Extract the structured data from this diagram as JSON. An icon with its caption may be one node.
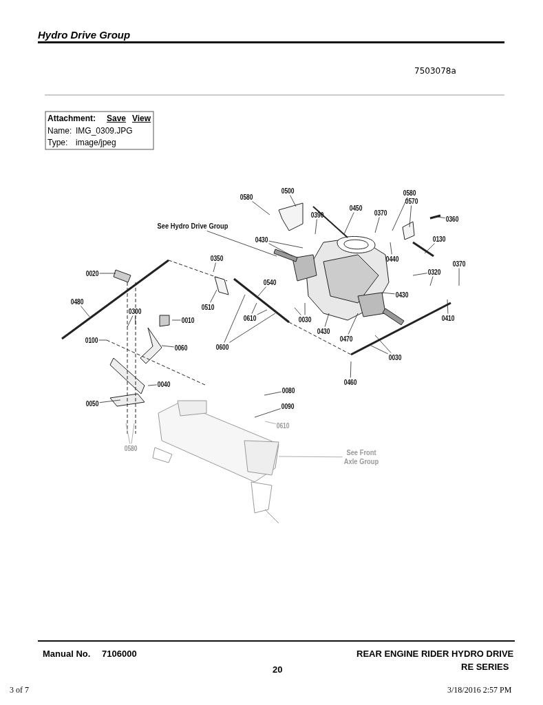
{
  "diagram": {
    "title": "Hydro Drive Group",
    "nodes": [
      {
        "text": [
          "0580"
        ]
      },
      {
        "text": [
          "0500"
        ]
      },
      {
        "text": [
          "0390"
        ]
      },
      {
        "text": [
          "0450"
        ]
      },
      {
        "text": [
          "0370"
        ]
      },
      {
        "text": [
          "0580"
        ]
      },
      {
        "text": [
          "0570"
        ]
      },
      {
        "text": [
          "0360"
        ]
      },
      {
        "text": [
          "See Hydro Drive Group"
        ]
      },
      {
        "text": [
          "0430"
        ]
      },
      {
        "text": [
          "0130"
        ]
      },
      {
        "text": [
          "0440"
        ]
      },
      {
        "text": [
          "0350"
        ]
      },
      {
        "text": [
          "0370"
        ]
      },
      {
        "text": [
          "0320"
        ]
      },
      {
        "text": [
          "0020"
        ]
      },
      {
        "text": [
          "0540"
        ]
      },
      {
        "text": [
          "0430"
        ]
      },
      {
        "text": [
          "0510"
        ]
      },
      {
        "text": [
          "0480"
        ]
      },
      {
        "text": [
          "0300"
        ]
      },
      {
        "text": [
          "0610"
        ]
      },
      {
        "text": [
          "0030"
        ]
      },
      {
        "text": [
          "0010"
        ]
      },
      {
        "text": [
          "0410"
        ]
      },
      {
        "text": [
          "0430"
        ]
      },
      {
        "text": [
          "0470"
        ]
      },
      {
        "text": [
          "0100"
        ]
      },
      {
        "text": [
          "0060"
        ]
      },
      {
        "text": [
          "0600"
        ]
      },
      {
        "text": [
          "0030"
        ]
      },
      {
        "text": [
          "0460"
        ]
      },
      {
        "text": [
          "0040"
        ]
      },
      {
        "text": [
          "0080"
        ]
      },
      {
        "text": [
          "0050"
        ]
      },
      {
        "text": [
          "0090"
        ]
      },
      {
        "text": [
          "0610"
        ]
      },
      {
        "text": [
          "0580"
        ]
      },
      {
        "text": [
          "See Front Axle Group"
        ]
      }
    ],
    "edges": [
      {
        "from": 0,
        "to": null,
        "arrow": "none"
      },
      {
        "from": 1,
        "to": null,
        "arrow": "none"
      },
      {
        "from": 2,
        "to": null,
        "arrow": "none"
      },
      {
        "from": 3,
        "to": null,
        "arrow": "none"
      },
      {
        "from": 4,
        "to": null,
        "arrow": "none"
      },
      {
        "from": 5,
        "to": null,
        "arrow": "none"
      },
      {
        "from": 6,
        "to": null,
        "arrow": "none"
      },
      {
        "from": 7,
        "to": null,
        "arrow": "none"
      },
      {
        "from": 8,
        "to": null,
        "arrow": "none"
      },
      {
        "from": 9,
        "to": null,
        "arrow": "none"
      },
      {
        "from": 9,
        "to": null,
        "arrow": "none"
      },
      {
        "from": 10,
        "to": null,
        "arrow": "none"
      },
      {
        "from": 11,
        "to": null,
        "arrow": "none"
      },
      {
        "from": 12,
        "to": null,
        "arrow": "none"
      },
      {
        "from": 13,
        "to": null,
        "arrow": "none"
      },
      {
        "from": 14,
        "to": null,
        "arrow": "none"
      },
      {
        "from": 14,
        "to": null,
        "arrow": "none"
      },
      {
        "from": 15,
        "to": null,
        "arrow": "none"
      },
      {
        "from": 16,
        "to": null,
        "arrow": "none"
      },
      {
        "from": 17,
        "to": null,
        "arrow": "none"
      },
      {
        "from": 18,
        "to": null,
        "arrow": "none"
      },
      {
        "from": 19,
        "to": null,
        "arrow": "none"
      },
      {
        "from": 20,
        "to": null,
        "arrow": "none"
      },
      {
        "from": 20,
        "to": null,
        "arrow": "none"
      },
      {
        "from": 21,
        "to": null,
        "arrow": "none"
      },
      {
        "from": 21,
        "to": null,
        "arrow": "none"
      },
      {
        "from": 22,
        "to": null,
        "arrow": "none"
      },
      {
        "from": 22,
        "to": null,
        "arrow": "none"
      },
      {
        "from": 23,
        "to": null,
        "arrow": "none"
      },
      {
        "from": 24,
        "to": null,
        "arrow": "none"
      },
      {
        "from": 25,
        "to": null,
        "arrow": "none"
      },
      {
        "from": 26,
        "to": null,
        "arrow": "none"
      },
      {
        "from": 27,
        "to": null,
        "arrow": "none"
      },
      {
        "from": 28,
        "to": null,
        "arrow": "none"
      },
      {
        "from": 29,
        "to": null,
        "arrow": "none"
      },
      {
        "from": 29,
        "to": null,
        "arrow": "none"
      },
      {
        "from": 30,
        "to": null,
        "arrow": "none"
      },
      {
        "from": 30,
        "to": null,
        "arrow": "none"
      },
      {
        "from": 31,
        "to": null,
        "arrow": "none"
      },
      {
        "from": 32,
        "to": null,
        "arrow": "none"
      },
      {
        "from": 33,
        "to": null,
        "arrow": "none"
      },
      {
        "from": 34,
        "to": null,
        "arrow": "none"
      },
      {
        "from": 35,
        "to": null,
        "arrow": "none"
      },
      {
        "from": 36,
        "to": null,
        "arrow": "none",
        "color": "#999999"
      },
      {
        "from": 37,
        "to": null,
        "arrow": "none",
        "color": "#999999"
      },
      {
        "from": 37,
        "to": null,
        "arrow": "none",
        "color": "#999999"
      },
      {
        "from": 38,
        "to": null,
        "arrow": "none",
        "color": "#999999"
      }
    ],
    "labels": [
      "7503078a",
      "Attachment:",
      "Save",
      "View",
      "Name:",
      "IMG_0309.JPG",
      "Type:",
      "image/jpeg",
      "Manual No.",
      "7106000",
      "REAR ENGINE RIDER HYDRO DRIVE",
      "20",
      "RE SERIES",
      "3 of 7",
      "3/18/2016 2:57 PM"
    ]
  }
}
